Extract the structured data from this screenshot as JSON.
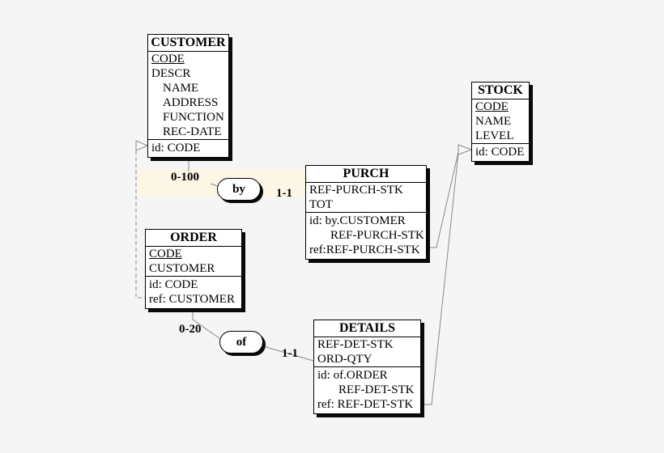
{
  "diagram": {
    "entities": {
      "customer": {
        "title": "CUSTOMER",
        "attrs": [
          "CODE",
          "DESCR",
          "NAME",
          "ADDRESS",
          "FUNCTION",
          "REC-DATE"
        ],
        "ids": [
          "id: CODE"
        ]
      },
      "stock": {
        "title": "STOCK",
        "attrs": [
          "CODE",
          "NAME",
          "LEVEL"
        ],
        "ids": [
          "id: CODE"
        ]
      },
      "purch": {
        "title": "PURCH",
        "attrs": [
          "REF-PURCH-STK",
          "TOT"
        ],
        "ids": [
          "id: by.CUSTOMER",
          "REF-PURCH-STK",
          "ref:REF-PURCH-STK"
        ]
      },
      "order": {
        "title": "ORDER",
        "attrs": [
          "CODE",
          "CUSTOMER"
        ],
        "ids": [
          "id: CODE",
          "ref: CUSTOMER"
        ]
      },
      "details": {
        "title": "DETAILS",
        "attrs": [
          "REF-DET-STK",
          "ORD-QTY"
        ],
        "ids": [
          "id: of.ORDER",
          "REF-DET-STK",
          "ref: REF-DET-STK"
        ]
      }
    },
    "relationships": {
      "by": {
        "label": "by",
        "left_cardinality": "0-100",
        "right_cardinality": "1-1"
      },
      "of": {
        "label": "of",
        "left_cardinality": "0-20",
        "right_cardinality": "1-1"
      }
    },
    "colors": {
      "background": "#f5f5f5",
      "entity_fill": "#ffffff",
      "entity_border": "#000000",
      "shadow": "#0a0a0a",
      "highlight_band": "#fbf6e6",
      "connector": "#8a8a8a"
    }
  }
}
